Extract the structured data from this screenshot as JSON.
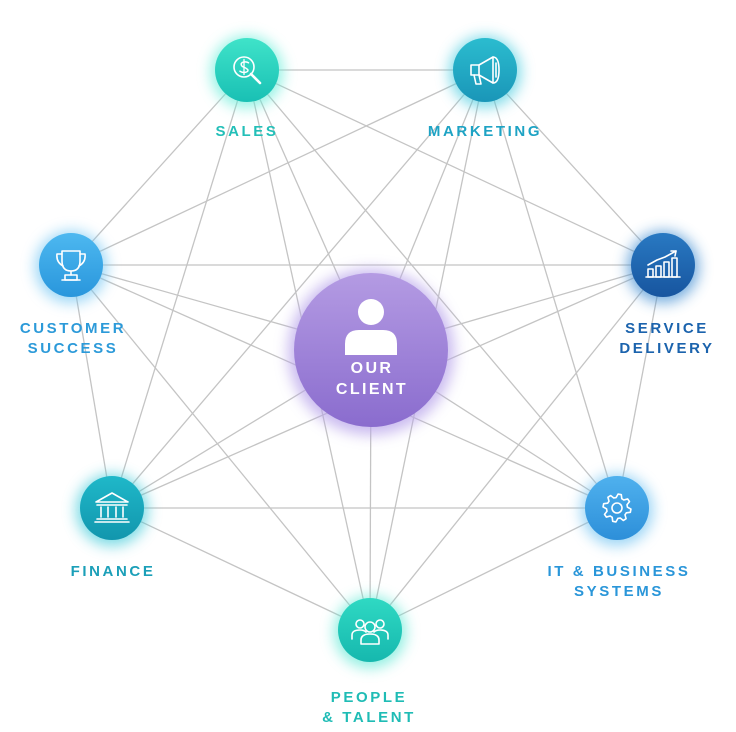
{
  "center": {
    "name": "client",
    "lines": [
      "OUR",
      "CLIENT"
    ],
    "icon": "user-icon",
    "colors": {
      "top": "#b49be3",
      "bottom": "#8a6cce",
      "glow": "#b7a3ea",
      "text": "#ffffff"
    }
  },
  "nodes": [
    {
      "id": "sales",
      "lines": [
        "SALES"
      ],
      "icon": "search-dollar-icon",
      "colors": {
        "top": "#3fe3c9",
        "bottom": "#19c0b4",
        "glow": "#64edd8",
        "text": "#23bfb8"
      }
    },
    {
      "id": "marketing",
      "lines": [
        "MARKETING"
      ],
      "icon": "megaphone-icon",
      "colors": {
        "top": "#2bbccf",
        "bottom": "#1a96b8",
        "glow": "#4ccde0",
        "text": "#1ea3c4"
      }
    },
    {
      "id": "service-delivery",
      "lines": [
        "SERVICE",
        "DELIVERY"
      ],
      "icon": "growth-chart-icon",
      "colors": {
        "top": "#2979c2",
        "bottom": "#17559f",
        "glow": "#3a8ad0",
        "text": "#1b63ad"
      }
    },
    {
      "id": "it-business-systems",
      "lines": [
        "IT & BUSINESS",
        "SYSTEMS"
      ],
      "icon": "gear-icon",
      "colors": {
        "top": "#4fb1ee",
        "bottom": "#2d8fd9",
        "glow": "#71c3f2",
        "text": "#2a96d9"
      }
    },
    {
      "id": "people-talent",
      "lines": [
        "PEOPLE",
        "& TALENT"
      ],
      "icon": "team-icon",
      "colors": {
        "top": "#2fd9c3",
        "bottom": "#16b8ae",
        "glow": "#5ee8d4",
        "text": "#1fbcb5"
      }
    },
    {
      "id": "finance",
      "lines": [
        "FINANCE"
      ],
      "icon": "bank-icon",
      "colors": {
        "top": "#1fb8c9",
        "bottom": "#1296ad",
        "glow": "#43cbd9",
        "text": "#1b9fb8"
      }
    },
    {
      "id": "customer-success",
      "lines": [
        "CUSTOMER",
        "SUCCESS"
      ],
      "icon": "trophy-icon",
      "colors": {
        "top": "#4db8f0",
        "bottom": "#2996dc",
        "glow": "#72c6f3",
        "text": "#2c9ad9"
      }
    }
  ],
  "connector_color": "#c4c4c4"
}
